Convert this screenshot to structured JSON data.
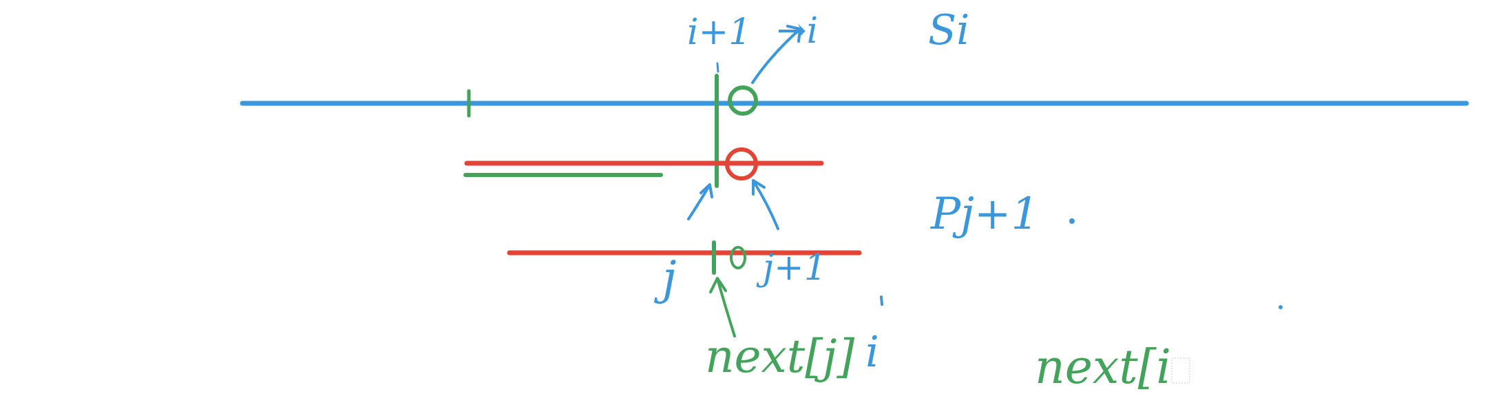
{
  "colors": {
    "background": "#ffffff",
    "blue": "#3b97db",
    "green": "#43a35a",
    "red": "#e24536"
  },
  "annotations": {
    "top_i_plus_1": "i+1",
    "top_arrow_i": "→i",
    "s_i": "Si",
    "p_j_plus_1": "Pj+1",
    "j_left": "j",
    "j_plus_1": "j+1",
    "next_j": "next[j]",
    "i_after_next": "i",
    "next_right": "next[i"
  }
}
